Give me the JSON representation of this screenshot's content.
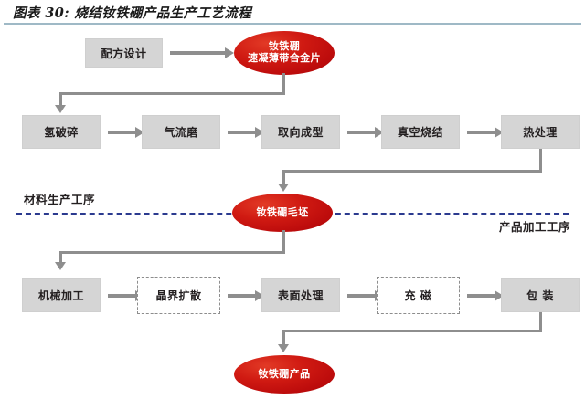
{
  "figure": {
    "title": "图表 30: 烧结钕铁硼产品生产工艺流程",
    "rule_color": "#9fb9c6"
  },
  "colors": {
    "box_fill": "#d5d5d5",
    "box_text": "#231f20",
    "ellipse_red": "#c00e0e",
    "connector_gray": "#8e8e8e",
    "divider_blue": "#2b3a8f"
  },
  "nodes": {
    "formula_design": "配方设计",
    "strip_alloy_line1": "钕铁硼",
    "strip_alloy_line2": "速凝薄带合金片",
    "hydrogen_crush": "氢破碎",
    "jet_mill": "气流磨",
    "oriented_forming": "取向成型",
    "vacuum_sinter": "真空烧结",
    "heat_treatment": "热处理",
    "blank": "钕铁硼毛坯",
    "machining": "机械加工",
    "grain_boundary_diffusion": "晶界扩散",
    "surface_treatment": "表面处理",
    "magnetizing": "充 磁",
    "packaging": "包 装",
    "product": "钕铁硼产品"
  },
  "dividers": {
    "left_label": "材料生产工序",
    "right_label": "产品加工工序"
  }
}
